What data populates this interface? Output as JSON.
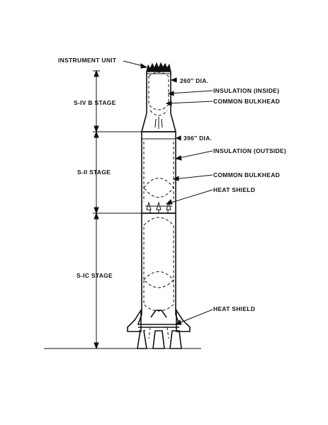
{
  "labels": {
    "instrument_unit": "INSTRUMENT  UNIT",
    "sivb_stage": "S-IV B  STAGE",
    "sii_stage": "S-II  STAGE",
    "sic_stage": "S-IC  STAGE",
    "dia_260": "260″ DIA.",
    "dia_396": "396″ DIA.",
    "insulation_inside": "INSULATION  (INSIDE)",
    "common_bulkhead_upper": "COMMON  BULKHEAD",
    "insulation_outside": "INSULATION  (OUTSIDE)",
    "common_bulkhead_lower": "COMMON  BULKHEAD",
    "heat_shield_upper": "HEAT  SHIELD",
    "heat_shield_lower": "HEAT  SHIELD"
  }
}
